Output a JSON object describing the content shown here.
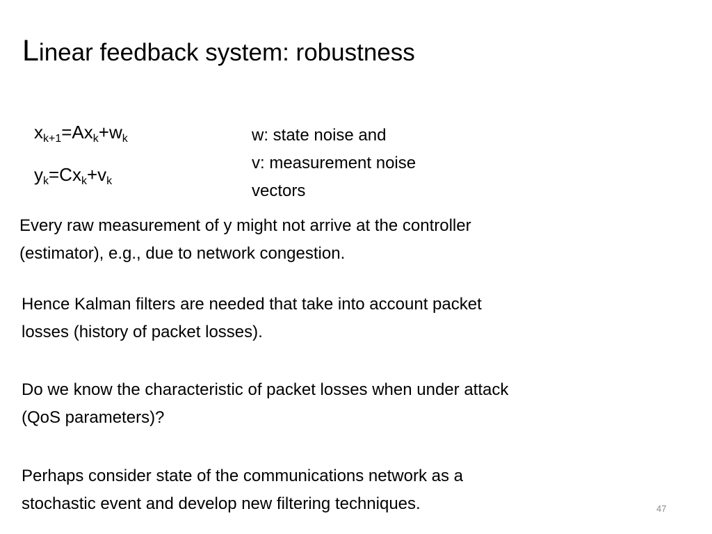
{
  "slide": {
    "title_first_letter": "L",
    "title_rest": "inear feedback system: robustness",
    "equations": {
      "eq1": {
        "lhs": "x",
        "lhs_sub": "k+1",
        "mid": "=Ax",
        "mid_sub": "k",
        "rhs": "+w",
        "rhs_sub": "k"
      },
      "eq2": {
        "lhs": "y",
        "lhs_sub": "k",
        "mid": "=Cx",
        "mid_sub": "k",
        "rhs": "+v",
        "rhs_sub": "k"
      }
    },
    "noise_lines": [
      "w: state noise and",
      "v: measurement noise",
      "vectors"
    ],
    "paragraphs": [
      [
        "Every raw measurement of y might not arrive at the controller",
        "(estimator), e.g., due to network congestion."
      ],
      [
        "Hence Kalman filters are needed that take into account packet",
        "losses (history of packet losses)."
      ],
      [
        "Do we know the characteristic of packet losses when under attack",
        "(QoS parameters)?"
      ],
      [
        "Perhaps consider state of the communications network as a",
        "stochastic  event  and develop new filtering techniques."
      ]
    ],
    "slide_number": "47"
  }
}
